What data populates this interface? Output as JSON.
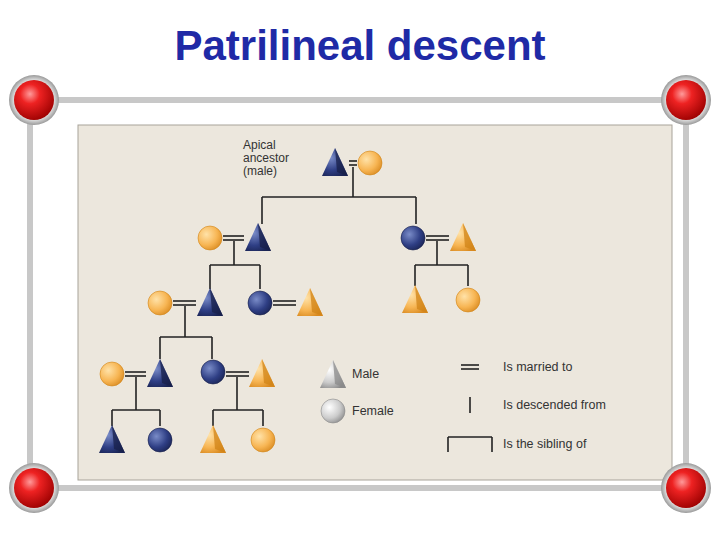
{
  "diagram": {
    "title": "Patrilineal descent",
    "labels": [
      "Apical ancestor (male)"
    ],
    "legend": [
      {
        "text": "Male"
      },
      {
        "text": "Female"
      },
      {
        "text": "Is married to"
      },
      {
        "text": "Is descended from"
      },
      {
        "text": "Is the sibling of"
      }
    ]
  }
}
